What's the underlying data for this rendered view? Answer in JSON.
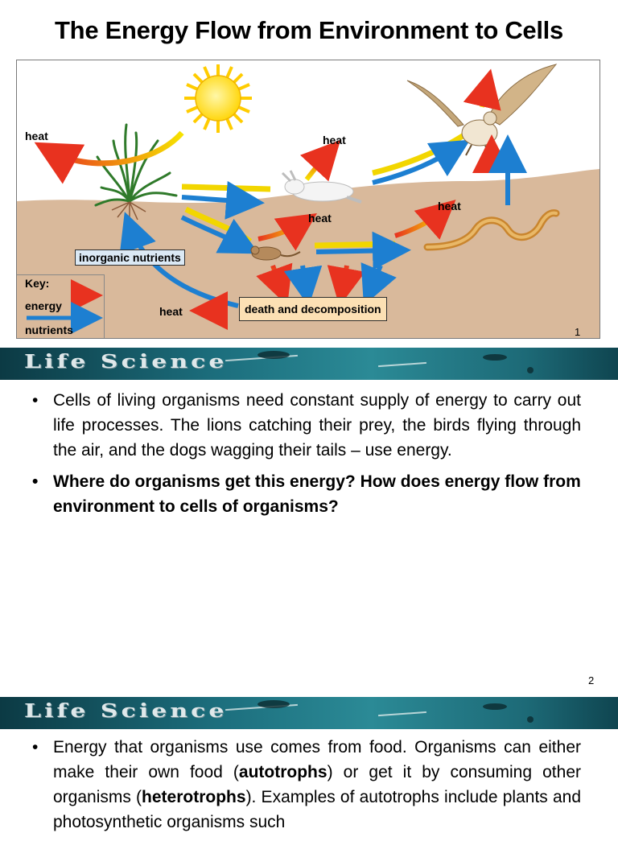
{
  "slide1": {
    "title": "The Energy Flow from Environment to Cells",
    "page_number": "1",
    "diagram": {
      "labels": {
        "heat_left": "heat",
        "heat_rabbit": "heat",
        "heat_mid": "heat",
        "heat_snake": "heat",
        "heat_bottom": "heat",
        "inorganic_nutrients": "inorganic nutrients",
        "death_and_decomposition": "death and decomposition"
      },
      "key": {
        "title": "Key:",
        "energy": "energy",
        "nutrients": "nutrients"
      },
      "colors": {
        "sky": "#ffffff",
        "soil": "#d8b89a",
        "energy_arrow": "#f2d600",
        "heat_arrow": "#e8321f",
        "nutrient_arrow": "#1d7fd1",
        "sun": "#ffd800"
      },
      "icons": [
        "sun-icon",
        "grass-plant-icon",
        "rabbit-icon",
        "hawk-icon",
        "snake-icon",
        "mouse-icon"
      ]
    }
  },
  "banner": {
    "title": "Life Science"
  },
  "slide2": {
    "page_number": "2",
    "bullets": [
      "Cells of living organisms need constant supply of energy to carry out life processes. The lions catching their prey, the birds flying through the air, and the dogs wagging their tails – use energy.",
      "Where do organisms get this energy? How does energy flow from environment to cells of organisms?"
    ]
  },
  "slide3": {
    "bullet_parts": [
      "Energy that organisms use comes from food. Organisms can either make their own food (",
      "autotrophs",
      ") or get it by consuming other organisms (",
      "heterotrophs",
      "). Examples of autotrophs include plants and photosynthetic organisms such"
    ]
  }
}
